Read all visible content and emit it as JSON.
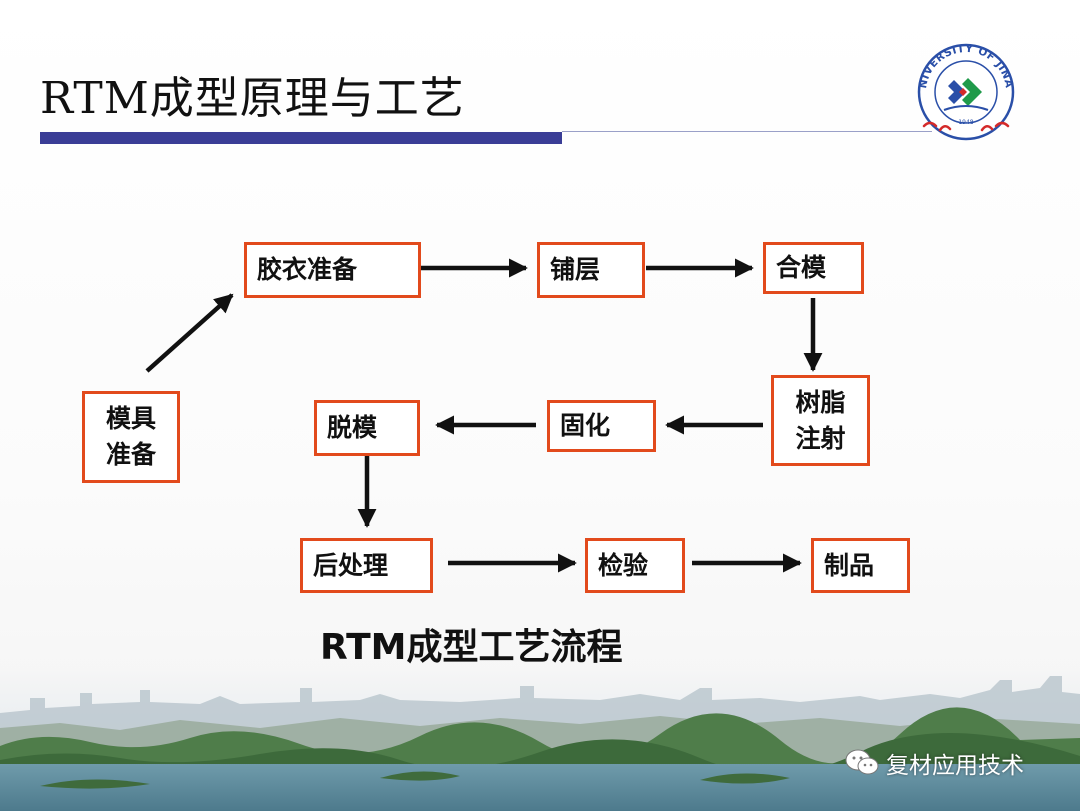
{
  "slide": {
    "title": "RTM成型原理与工艺",
    "caption": "RTM成型工艺流程",
    "caption_latin": "RTM",
    "caption_rest": "成型工艺流程"
  },
  "logo": {
    "ring_text": "UNIVERSITY OF JINAN",
    "year": "1948",
    "colors": {
      "blue": "#2a4fa8",
      "green": "#1f9a4a",
      "red": "#d42a2a"
    }
  },
  "flow": {
    "steps": {
      "mold_prep": {
        "line1": "模具",
        "line2": "准备"
      },
      "gel_prep": "胶衣准备",
      "layup": "铺层",
      "mold_close": "合模",
      "resin_inject": {
        "line1": "树脂",
        "line2": "注射"
      },
      "cure": "固化",
      "demold": "脱模",
      "post_process": "后处理",
      "inspect": "检验",
      "product": "制品"
    },
    "colors": {
      "box_border": "#e24a1c",
      "arrow": "#111111"
    }
  },
  "watermark": {
    "text": "复材应用技术",
    "icon": "wechat-icon"
  },
  "colors": {
    "title_bar": "#3a3d96",
    "title_line": "#9aa0c8"
  }
}
